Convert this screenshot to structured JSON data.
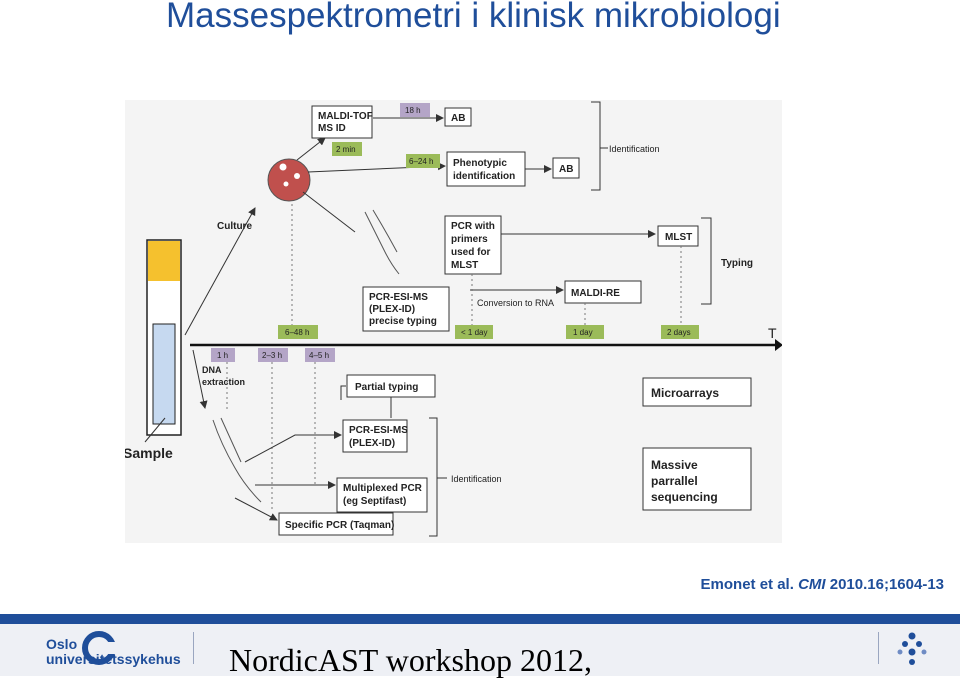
{
  "slide": {
    "title": "Massespektrometri i klinisk mikrobiologi",
    "citation": {
      "authors": "Emonet et al.",
      "journal": "CMI",
      "ref": "2010.16;1604-13"
    }
  },
  "footer": {
    "logo_line1": "Oslo",
    "logo_line2": "universitetssykehus",
    "workshop": "NordicAST workshop 2012,"
  },
  "diagram": {
    "sample": "Sample",
    "culture": "Culture",
    "time_axis": "T",
    "maldi_tof": [
      "MALDI-TOF",
      "MS ID"
    ],
    "t_18h": "18 h",
    "t_2min": "2 min",
    "t_6_24h": "6–24 h",
    "ab1": "AB",
    "ab2": "AB",
    "phenotypic": [
      "Phenotypic",
      "identification"
    ],
    "identification_top": "Identification",
    "pcr_primers": [
      "PCR with",
      "primers",
      "used for",
      "MLST"
    ],
    "mlst": "MLST",
    "typing": "Typing",
    "pcr_esi_ms_top": [
      "PCR-ESI-MS",
      "(PLEX-ID)",
      "precise typing"
    ],
    "conversion": "Conversion to RNA",
    "maldi_re": "MALDI-RE",
    "t_6_48h": "6–48 h",
    "t_lt1day": "< 1 day",
    "t_1day": "1 day",
    "t_2days": "2 days",
    "t_1h": "1 h",
    "t_2_3h": "2–3 h",
    "t_4_5h": "4–5 h",
    "dna_extraction": [
      "DNA",
      "extraction"
    ],
    "partial_typing": "Partial typing",
    "pcr_esi_ms_bot": [
      "PCR-ESI-MS",
      "(PLEX-ID)"
    ],
    "multiplexed": [
      "Multiplexed PCR",
      "(eg Septifast)"
    ],
    "specific_pcr": "Specific PCR (Taqman)",
    "identification_bot": "Identification",
    "microarrays": "Microarrays",
    "massive": [
      "Massive",
      "parrallel",
      "sequencing"
    ]
  },
  "colors": {
    "title": "#1f4e9a",
    "green_tag": "#9bbb59",
    "purple_tag": "#8064a2",
    "tube_yellow": "#f5c12e",
    "tube_blue": "#c6d9f0",
    "colony_red": "#c0504d"
  }
}
